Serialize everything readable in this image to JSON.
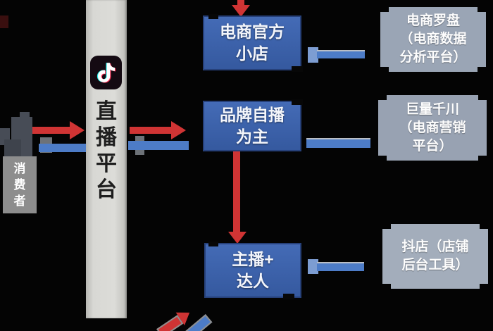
{
  "platform_bar": {
    "label": "直播平台",
    "chars": [
      "直",
      "播",
      "平",
      "台"
    ],
    "icon": "tiktok-icon"
  },
  "consumer": {
    "label": "消费者",
    "chars": [
      "消",
      "费",
      "者"
    ],
    "icon": "consumer-figure-icon"
  },
  "channel_nodes": [
    {
      "id": "official-shop",
      "lines": [
        "电商官方",
        "小店"
      ]
    },
    {
      "id": "brand-self-broadcast",
      "lines": [
        "品牌自播",
        "为主"
      ]
    },
    {
      "id": "anchor-talent",
      "lines": [
        "主播+",
        "达人"
      ]
    }
  ],
  "tool_nodes": [
    {
      "id": "ecom-compass",
      "lines": [
        "电商罗盘",
        "（电商数据",
        "分析平台）"
      ]
    },
    {
      "id": "juliang-qianchuan",
      "lines": [
        "巨量千川",
        "（电商营销",
        "平台）"
      ]
    },
    {
      "id": "doudian",
      "lines": [
        "抖店（店铺",
        "后台工具）"
      ]
    }
  ],
  "colors": {
    "background": "#040404",
    "platform_bar": "#d6d6d2",
    "node_blue": "#3b63b1",
    "tool_gray": "#9aa4b4",
    "tool_gray_light": "#a3adbb",
    "arrow_red": "#d03434",
    "arrow_blue": "#4d7cc7",
    "consumer_gray": "#8d8d8d",
    "figure_slate": "#474c56"
  }
}
